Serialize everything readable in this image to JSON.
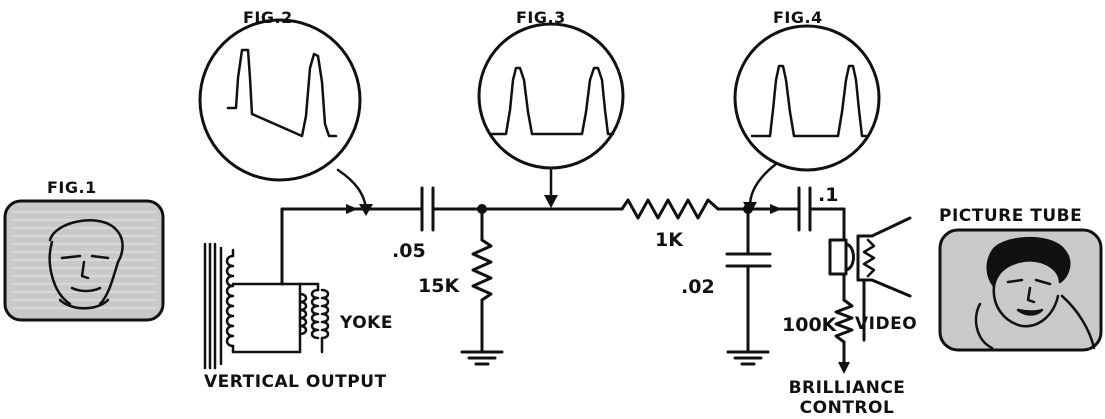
{
  "figures": {
    "fig1": "FIG.1",
    "fig2": "FIG.2",
    "fig3": "FIG.3",
    "fig4": "FIG.4"
  },
  "components": {
    "cap_coupling": ".05",
    "res_ground": "15K",
    "res_series": "1K",
    "cap_shunt": ".02",
    "cap_tube": ".1",
    "res_brilliance": "100K"
  },
  "labels": {
    "picture_tube": "PICTURE TUBE",
    "yoke": "YOKE",
    "vertical_output": "VERTICAL OUTPUT",
    "video": "VIDEO",
    "brilliance_line1": "BRILLIANCE",
    "brilliance_line2": "CONTROL"
  },
  "colors": {
    "ink": "#111111",
    "screen": "#c9c9c9"
  }
}
